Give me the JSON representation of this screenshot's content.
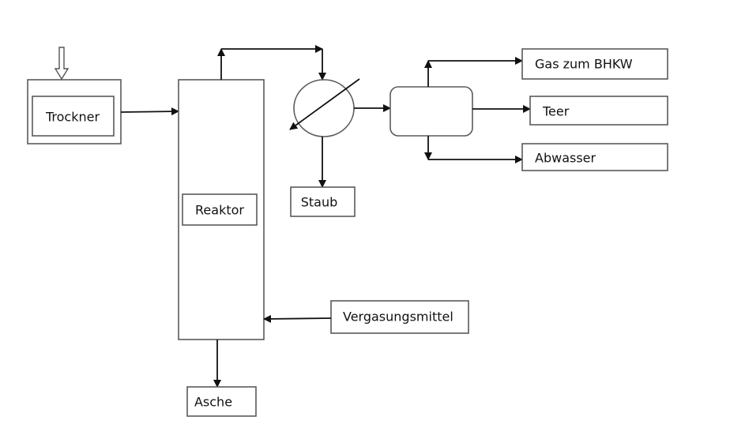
{
  "diagram": {
    "type": "process-flow",
    "nodes": {
      "dryer": {
        "label": "Trockner"
      },
      "reactor": {
        "label": "Reaktor"
      },
      "cooler": {
        "label": ""
      },
      "dust": {
        "label": "Staub"
      },
      "separator": {
        "label": ""
      },
      "gas": {
        "label": "Gas zum BHKW"
      },
      "tar": {
        "label": "Teer"
      },
      "wastewater": {
        "label": "Abwasser"
      },
      "gasifying_agent": {
        "label": "Vergasungsmittel"
      },
      "ash": {
        "label": "Asche"
      }
    },
    "edges": [
      {
        "from": "feed",
        "to": "dryer",
        "style": "hollow-arrow"
      },
      {
        "from": "dryer",
        "to": "reactor"
      },
      {
        "from": "reactor",
        "to": "cooler"
      },
      {
        "from": "cooler",
        "to": "dust"
      },
      {
        "from": "cooler",
        "to": "separator"
      },
      {
        "from": "separator",
        "to": "gas"
      },
      {
        "from": "separator",
        "to": "tar"
      },
      {
        "from": "separator",
        "to": "wastewater"
      },
      {
        "from": "gasifying_agent",
        "to": "reactor"
      },
      {
        "from": "reactor",
        "to": "ash"
      }
    ]
  }
}
